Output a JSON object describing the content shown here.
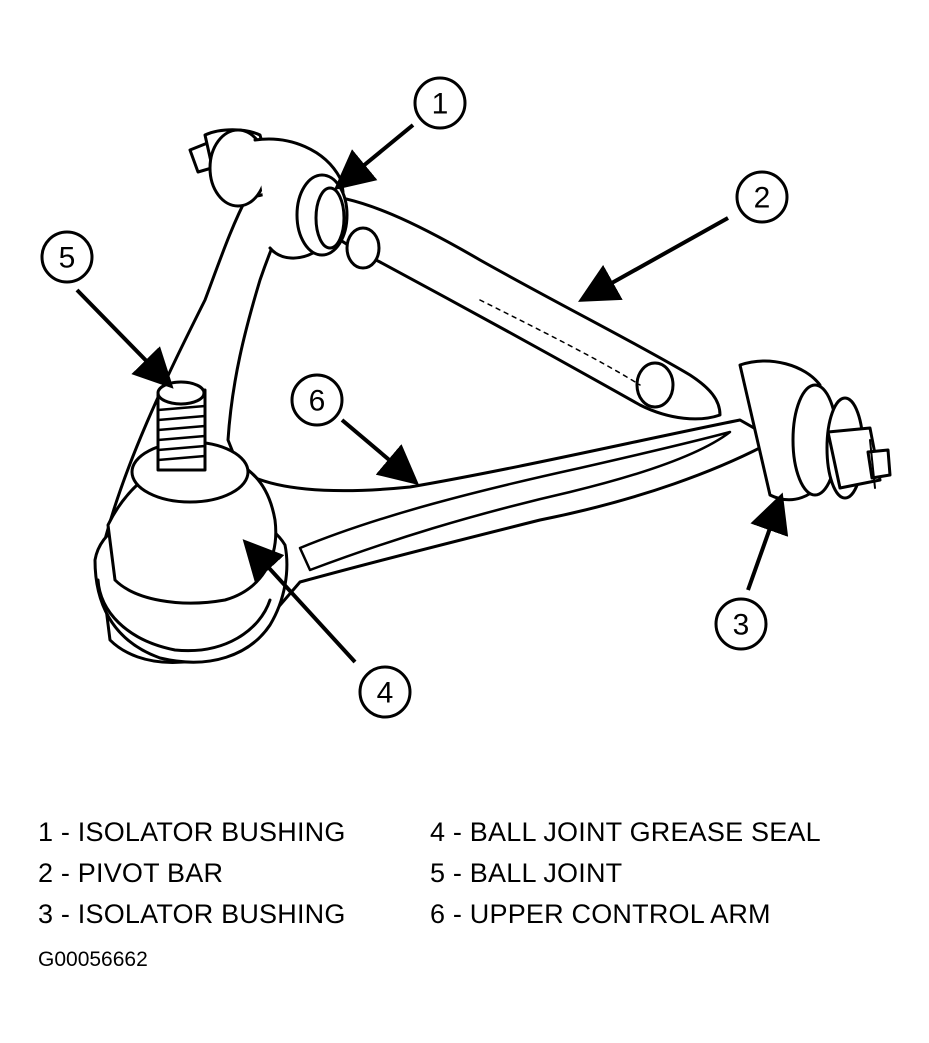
{
  "legend": {
    "left": [
      "1 - ISOLATOR BUSHING",
      "2 - PIVOT BAR",
      "3 - ISOLATOR BUSHING"
    ],
    "right": [
      "4 - BALL JOINT GREASE SEAL",
      "5 - BALL JOINT",
      "6 - UPPER CONTROL ARM"
    ]
  },
  "callouts": {
    "c1": "1",
    "c2": "2",
    "c3": "3",
    "c4": "4",
    "c5": "5",
    "c6": "6"
  },
  "figure_id": "G00056662"
}
